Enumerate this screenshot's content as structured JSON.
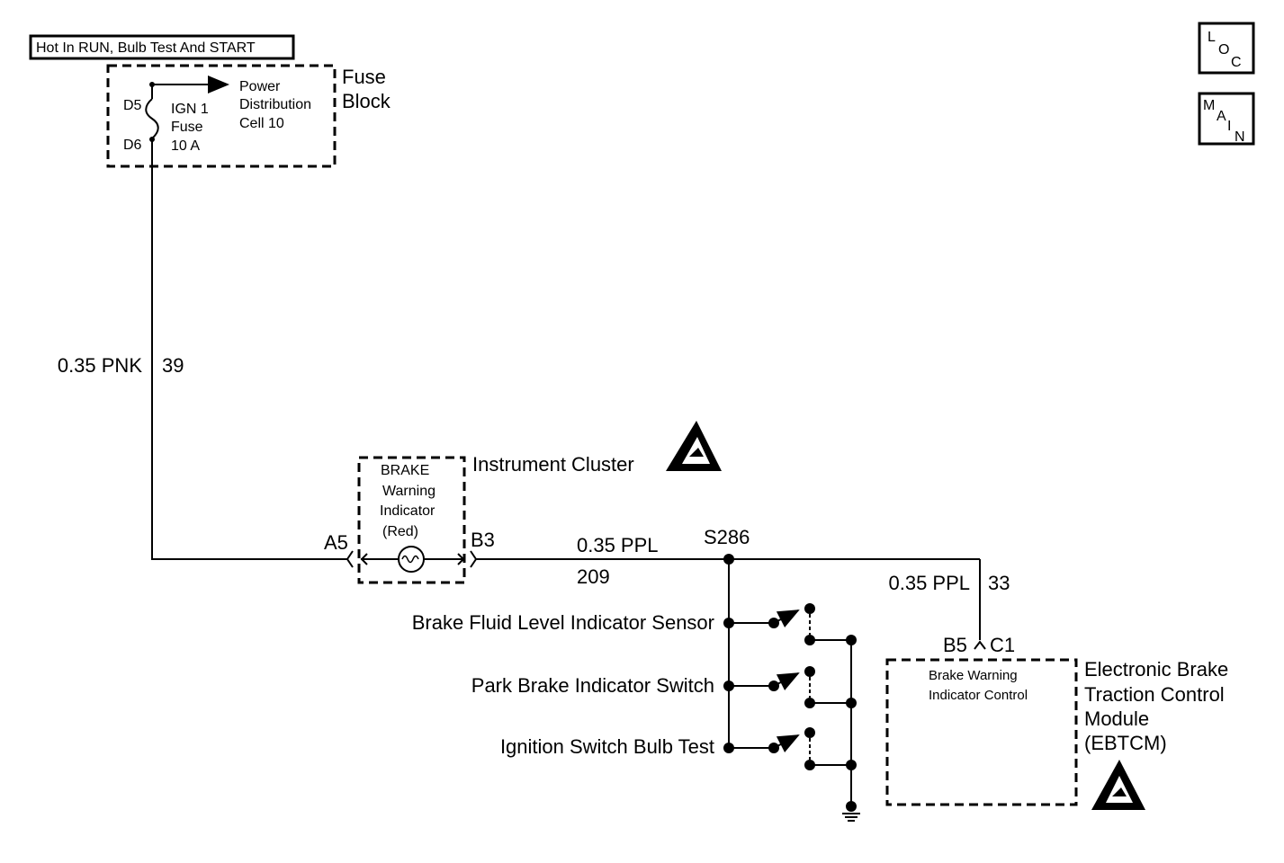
{
  "header": {
    "power_condition": "Hot In RUN, Bulb Test And START"
  },
  "nav_buttons": {
    "loc": {
      "l1": "L",
      "l2": "O",
      "l3": "C"
    },
    "main": {
      "l1": "M",
      "l2": "A",
      "l3": "I",
      "l4": "N"
    }
  },
  "fuse_block": {
    "title_line1": "Fuse",
    "title_line2": "Block",
    "pin_top": "D5",
    "pin_bottom": "D6",
    "fuse_line1": "IGN 1",
    "fuse_line2": "Fuse",
    "fuse_line3": "10 A",
    "dist_line1": "Power",
    "dist_line2": "Distribution",
    "dist_line3": "Cell 10"
  },
  "wires": {
    "w39": {
      "gauge_color": "0.35 PNK",
      "circuit": "39"
    },
    "w209": {
      "gauge_color": "0.35 PPL",
      "circuit": "209"
    },
    "w33": {
      "gauge_color": "0.35 PPL",
      "circuit": "33"
    }
  },
  "instrument_cluster": {
    "title": "Instrument Cluster",
    "ind_line1": "BRAKE",
    "ind_line2": "Warning",
    "ind_line3": "Indicator",
    "ind_line4": "(Red)",
    "pin_in": "A5",
    "pin_out": "B3"
  },
  "splice": {
    "label": "S286"
  },
  "switches": [
    {
      "label": "Brake Fluid Level Indicator Sensor"
    },
    {
      "label": "Park Brake Indicator Switch"
    },
    {
      "label": "Ignition Switch Bulb Test"
    }
  ],
  "ebtcm": {
    "title_line1": "Electronic Brake",
    "title_line2": "Traction Control",
    "title_line3": "Module",
    "title_line4": "(EBTCM)",
    "pin_label": "B5",
    "connector_label": "C1",
    "inner_line1": "Brake Warning",
    "inner_line2": "Indicator Control"
  },
  "icons": [
    "esd-warning-icon",
    "ground-icon",
    "fuse-icon",
    "bulb-icon",
    "arrow-right-icon"
  ]
}
